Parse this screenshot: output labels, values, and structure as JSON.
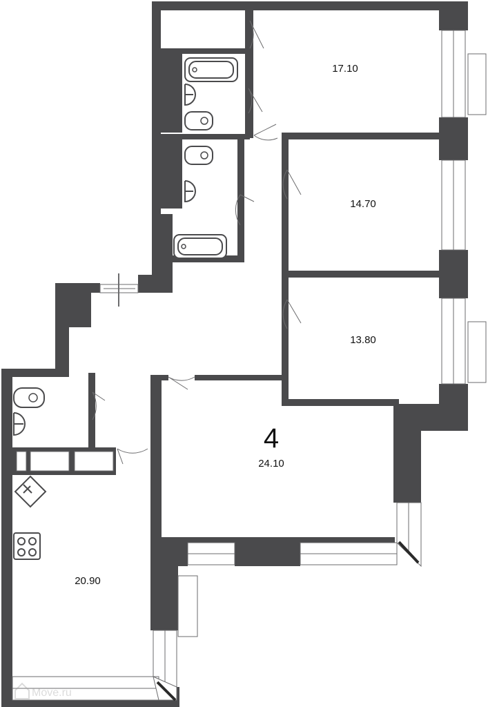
{
  "plan": {
    "room_count": "4",
    "rooms": [
      {
        "id": "bedroom-top",
        "area": "17.10"
      },
      {
        "id": "bedroom-middle",
        "area": "14.70"
      },
      {
        "id": "bedroom-lower",
        "area": "13.80"
      },
      {
        "id": "living-room",
        "area": "24.10"
      },
      {
        "id": "kitchen",
        "area": "20.90"
      }
    ],
    "watermark": "Move.ru"
  }
}
